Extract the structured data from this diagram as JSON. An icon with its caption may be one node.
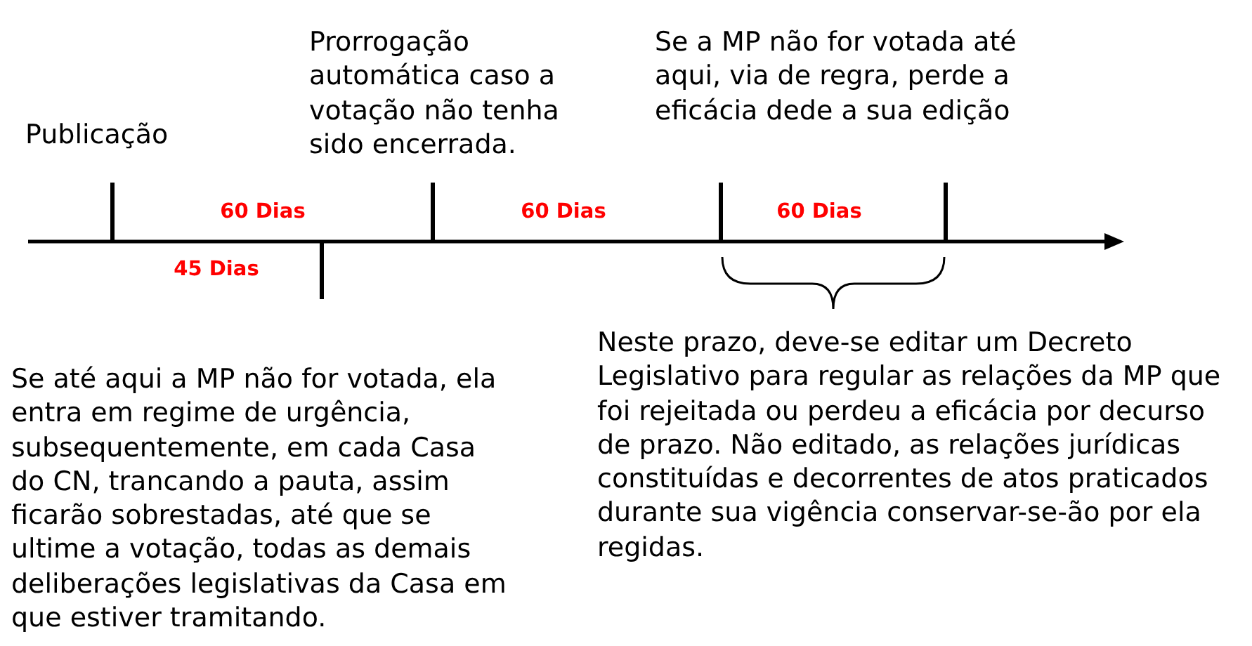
{
  "diagram": {
    "labels": [
      "Prorrogação automática caso a votação não tenha sido encerrada.",
      "Se a MP não for votada até aqui, via de regra, perde a eficácia dede a sua edição",
      "Publicação",
      "60 Dias",
      "60 Dias",
      "60 Dias",
      "45 Dias",
      "Se até aqui a MP não for votada, ela entra em regime de urgência, subsequentemente, em cada Casa do CN, trancando a pauta, assim ficarão sobrestadas, até que se ultime a votação, todas as demais deliberações legislativas da Casa em que estiver tramitando.",
      "Neste prazo, deve-se editar um Decreto Legislativo para regular as relações da MP que foi rejeitada ou perdeu a eficácia por decurso de prazo. Não editado, as relações jurídicas constituídas e decorrentes de atos praticados durante sua vigência conservar-se-ão por ela regidas."
    ]
  }
}
